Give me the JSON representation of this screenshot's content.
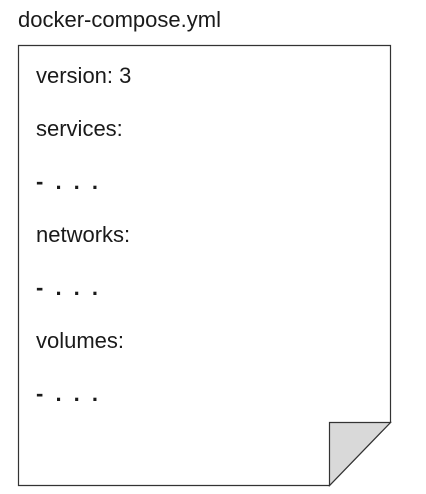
{
  "file": {
    "name": "docker-compose.yml"
  },
  "document": {
    "lines": [
      {
        "text": "version: 3",
        "kind": "key"
      },
      {
        "text": "services:",
        "kind": "key"
      },
      {
        "text": "- . . .",
        "kind": "ellipsis"
      },
      {
        "text": "networks:",
        "kind": "key"
      },
      {
        "text": "- . . .",
        "kind": "ellipsis"
      },
      {
        "text": "volumes:",
        "kind": "key"
      },
      {
        "text": "- . . .",
        "kind": "ellipsis"
      }
    ],
    "border_color": "#333333",
    "fold_color": "#d9d9d9"
  }
}
